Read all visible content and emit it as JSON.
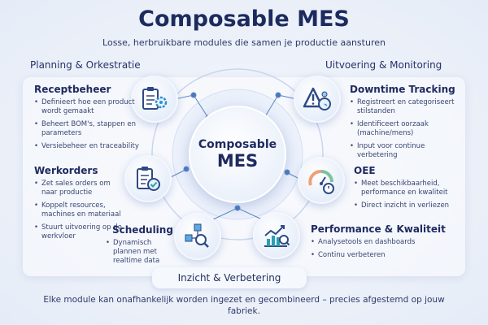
{
  "header": {
    "title": "Composable MES",
    "subtitle": "Losse, herbruikbare modules die samen je productie aansturen"
  },
  "sections": {
    "left": "Planning & Orkestratie",
    "right": "Uitvoering & Monitoring",
    "bottom": "Inzicht & Verbetering"
  },
  "center": {
    "line1": "Composable",
    "line2": "MES"
  },
  "modules": {
    "receptbeheer": {
      "title": "Receptbeheer",
      "bullets": [
        "Definieert hoe een product wordt gemaakt",
        "Beheert BOM's, stappen en parameters",
        "Versiebeheer en traceability"
      ]
    },
    "werkorders": {
      "title": "Werkorders",
      "bullets": [
        "Zet sales orders om naar productie",
        "Koppelt resources, machines en materiaal",
        "Stuurt uitvoering op de werkvloer"
      ]
    },
    "scheduling": {
      "title": "Scheduling",
      "bullets": [
        "Dynamisch plannen met realtime data"
      ]
    },
    "downtime": {
      "title": "Downtime Tracking",
      "bullets": [
        "Registreert en categoriseert stilstanden",
        "Identificeert oorzaak (machine/mens)",
        "Input voor continue verbetering"
      ]
    },
    "oee": {
      "title": "OEE",
      "bullets": [
        "Meet beschikbaarheid, performance en kwaliteit",
        "Direct inzicht in verliezen"
      ]
    },
    "performance": {
      "title": "Performance & Kwaliteit",
      "bullets": [
        "Analysetools en dashboards",
        "Continu verbeteren"
      ]
    }
  },
  "footer": "Elke module kan onafhankelijk worden ingezet en gecombineerd – precies afgestemd op jouw fabriek."
}
